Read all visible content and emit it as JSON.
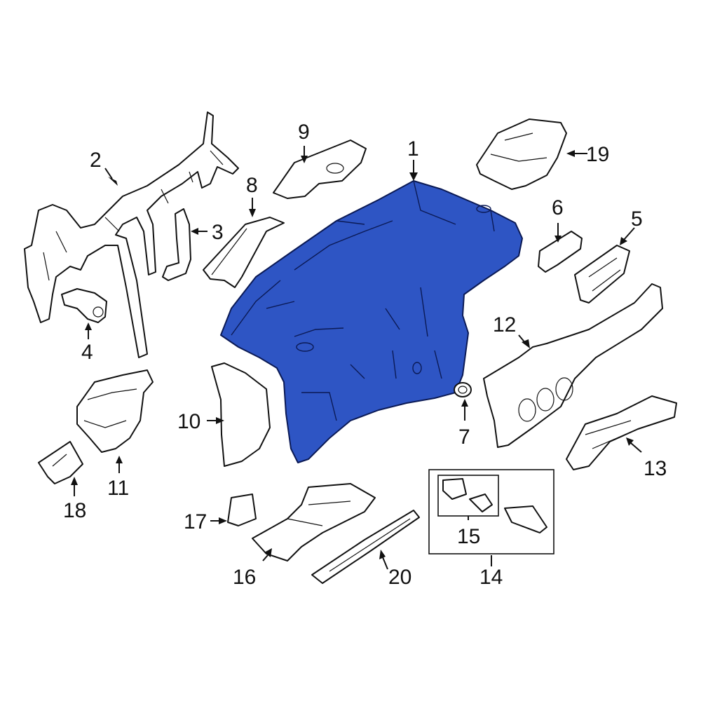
{
  "diagram": {
    "callouts": {
      "c1": "1",
      "c2": "2",
      "c3": "3",
      "c4": "4",
      "c5": "5",
      "c6": "6",
      "c7": "7",
      "c8": "8",
      "c9": "9",
      "c10": "10",
      "c11": "11",
      "c12": "12",
      "c13": "13",
      "c14": "14",
      "c15": "15",
      "c16": "16",
      "c17": "17",
      "c18": "18",
      "c19": "19",
      "c20": "20"
    },
    "highlight_color": "#2e55c4"
  }
}
